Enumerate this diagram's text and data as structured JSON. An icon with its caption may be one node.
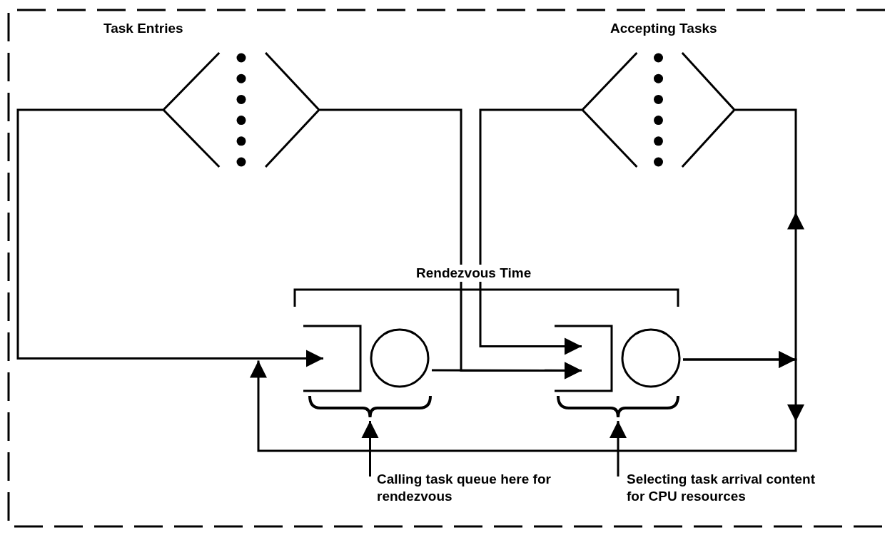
{
  "diagram": {
    "nodes": [
      {
        "text": [
          "Task Entries"
        ]
      },
      {
        "text": [
          "Accepting Tasks"
        ]
      },
      {
        "text": [],
        "shape": "box"
      },
      {
        "text": [],
        "shape": "circle"
      },
      {
        "text": [],
        "shape": "box"
      },
      {
        "text": [],
        "shape": "circle"
      },
      {
        "text": [],
        "shape": "brace"
      },
      {
        "text": [],
        "shape": "brace"
      },
      {
        "text": [
          "Calling task queue here for rendezvous"
        ]
      },
      {
        "text": [
          "Selecting task arrival content for CPU resources"
        ]
      }
    ],
    "edges": [
      {
        "from": 0,
        "to": 2,
        "arrow": "to"
      },
      {
        "from": 0,
        "to": 4,
        "arrow": "to"
      },
      {
        "from": 1,
        "to": 4,
        "arrow": "to"
      },
      {
        "from": 3,
        "to": 4,
        "arrow": "to"
      },
      {
        "from": 5,
        "to": 1,
        "arrow": "to"
      },
      {
        "from": 5,
        "to": 2,
        "arrow": "to"
      },
      {
        "from": 8,
        "to": 6,
        "arrow": "to"
      },
      {
        "from": 9,
        "to": 7,
        "arrow": "to"
      }
    ],
    "labels": [
      "Rendezvous Time"
    ]
  }
}
